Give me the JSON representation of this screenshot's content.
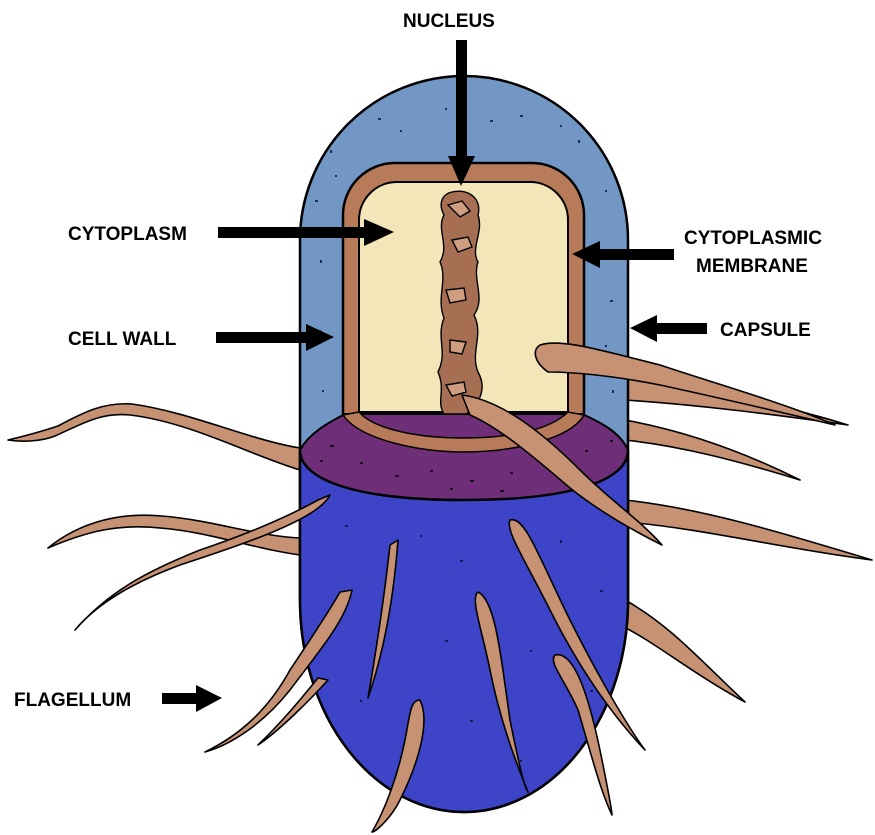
{
  "labels": {
    "nucleus": "NUCLEUS",
    "cytoplasm": "CYTOPLASM",
    "cell_wall": "CELL WALL",
    "flagellum": "FLAGELLUM",
    "cytoplasmic_membrane_line1": "CYTOPLASMIC",
    "cytoplasmic_membrane_line2": "MEMBRANE",
    "capsule": "CAPSULE"
  },
  "colors": {
    "capsule": "#7297c4",
    "cell_wall_band": "#b87b5a",
    "cytoplasm": "#f3e6b8",
    "cross_section": "#6f2f78",
    "body": "#3d44c8",
    "flagella": "#c79173",
    "nucleoid": "#a66e52",
    "outline": "#000000"
  }
}
